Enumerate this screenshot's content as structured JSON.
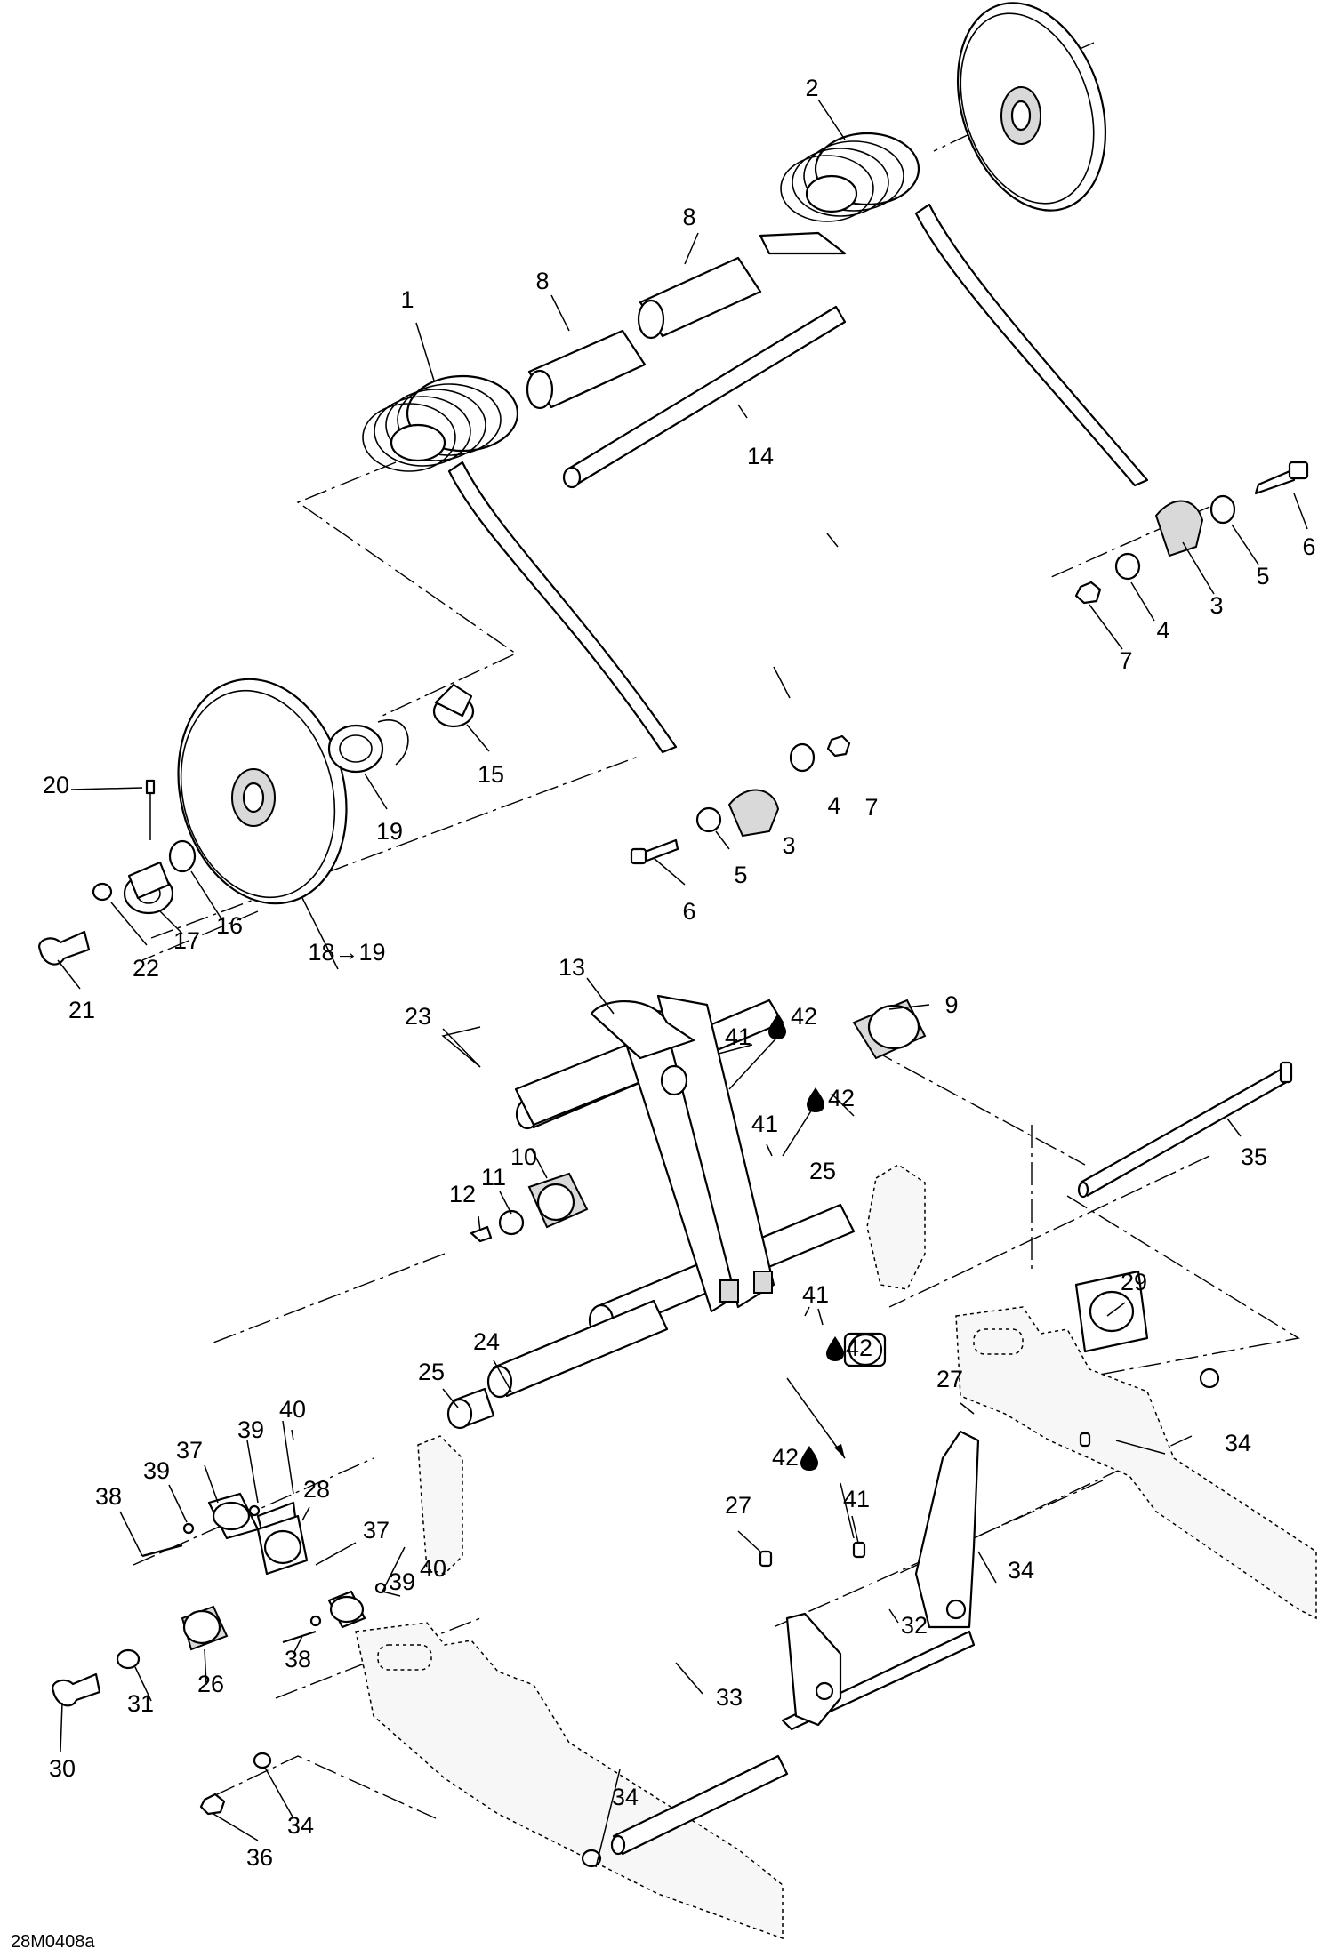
{
  "diagram": {
    "code": "28M0408a",
    "callouts": [
      {
        "text": "1"
      },
      {
        "text": "2"
      },
      {
        "text": "8"
      },
      {
        "text": "8"
      },
      {
        "text": "14"
      },
      {
        "text": "6"
      },
      {
        "text": "5"
      },
      {
        "text": "3"
      },
      {
        "text": "4"
      },
      {
        "text": "7"
      },
      {
        "text": "15"
      },
      {
        "text": "19"
      },
      {
        "text": "20"
      },
      {
        "text": "16"
      },
      {
        "text": "17"
      },
      {
        "text": "22"
      },
      {
        "text": "21"
      },
      {
        "text": "18→19"
      },
      {
        "text": "7"
      },
      {
        "text": "4"
      },
      {
        "text": "3"
      },
      {
        "text": "5"
      },
      {
        "text": "6"
      },
      {
        "text": "13"
      },
      {
        "text": "9"
      },
      {
        "text": "23"
      },
      {
        "text": "42"
      },
      {
        "text": "41"
      },
      {
        "text": "42"
      },
      {
        "text": "41"
      },
      {
        "text": "10"
      },
      {
        "text": "11"
      },
      {
        "text": "12"
      },
      {
        "text": "25"
      },
      {
        "text": "35"
      },
      {
        "text": "41"
      },
      {
        "text": "42"
      },
      {
        "text": "29"
      },
      {
        "text": "24"
      },
      {
        "text": "25"
      },
      {
        "text": "40"
      },
      {
        "text": "39"
      },
      {
        "text": "37"
      },
      {
        "text": "39"
      },
      {
        "text": "28"
      },
      {
        "text": "38"
      },
      {
        "text": "34"
      },
      {
        "text": "27"
      },
      {
        "text": "42"
      },
      {
        "text": "27"
      },
      {
        "text": "41"
      },
      {
        "text": "37"
      },
      {
        "text": "39"
      },
      {
        "text": "40"
      },
      {
        "text": "34"
      },
      {
        "text": "32"
      },
      {
        "text": "38"
      },
      {
        "text": "31"
      },
      {
        "text": "26"
      },
      {
        "text": "33"
      },
      {
        "text": "30"
      },
      {
        "text": "34"
      },
      {
        "text": "34"
      },
      {
        "text": "36"
      }
    ]
  }
}
